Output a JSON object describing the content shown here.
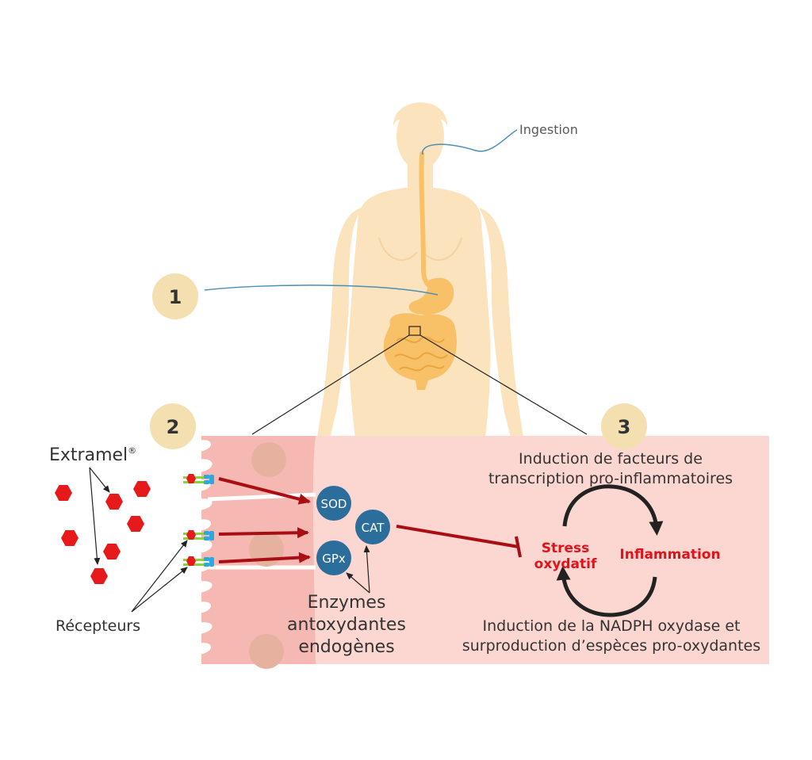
{
  "labels": {
    "ingestion": "Ingestion",
    "step1": "1",
    "step2": "2",
    "step3": "3",
    "extramel_name": "Extramel",
    "extramel_mark": "®",
    "recepteurs": "Récepteurs",
    "enzymes_line1": "Enzymes",
    "enzymes_line2": "antoxydantes",
    "enzymes_line3": "endogènes",
    "sod": "SOD",
    "cat": "CAT",
    "gpx": "GPx",
    "top_text_line1": "Induction de facteurs de",
    "top_text_line2": "transcription pro-inflammatoires",
    "stress_line1": "Stress",
    "stress_line2": "oxydatif",
    "inflammation": "Inflammation",
    "bottom_text_line1": "Induction de la NADPH oxydase et",
    "bottom_text_line2": "surproduction d’espèces pro-oxydantes"
  },
  "colors": {
    "body": "#fbe3bd",
    "organs": "#f8c168",
    "organs_dark": "#eaa53f",
    "tissue": "#fcd7d1",
    "cells": "#f6b8b2",
    "nucleus": "#e6b29f",
    "number_circle": "#f4dfb0",
    "molecule": "#e61a1a",
    "enzyme": "#2c6e9b",
    "arrow_red": "#a80e13",
    "accent_red": "#e3121a",
    "receptor_green": "#8cd03a",
    "receptor_blue": "#2aa8e0",
    "pointer_line": "#4a8fb5"
  },
  "icons": [
    "human-body-icon",
    "hexagon-molecule-icon",
    "receptor-icon",
    "cycle-arrow-icon",
    "inhibition-arrow-icon"
  ]
}
